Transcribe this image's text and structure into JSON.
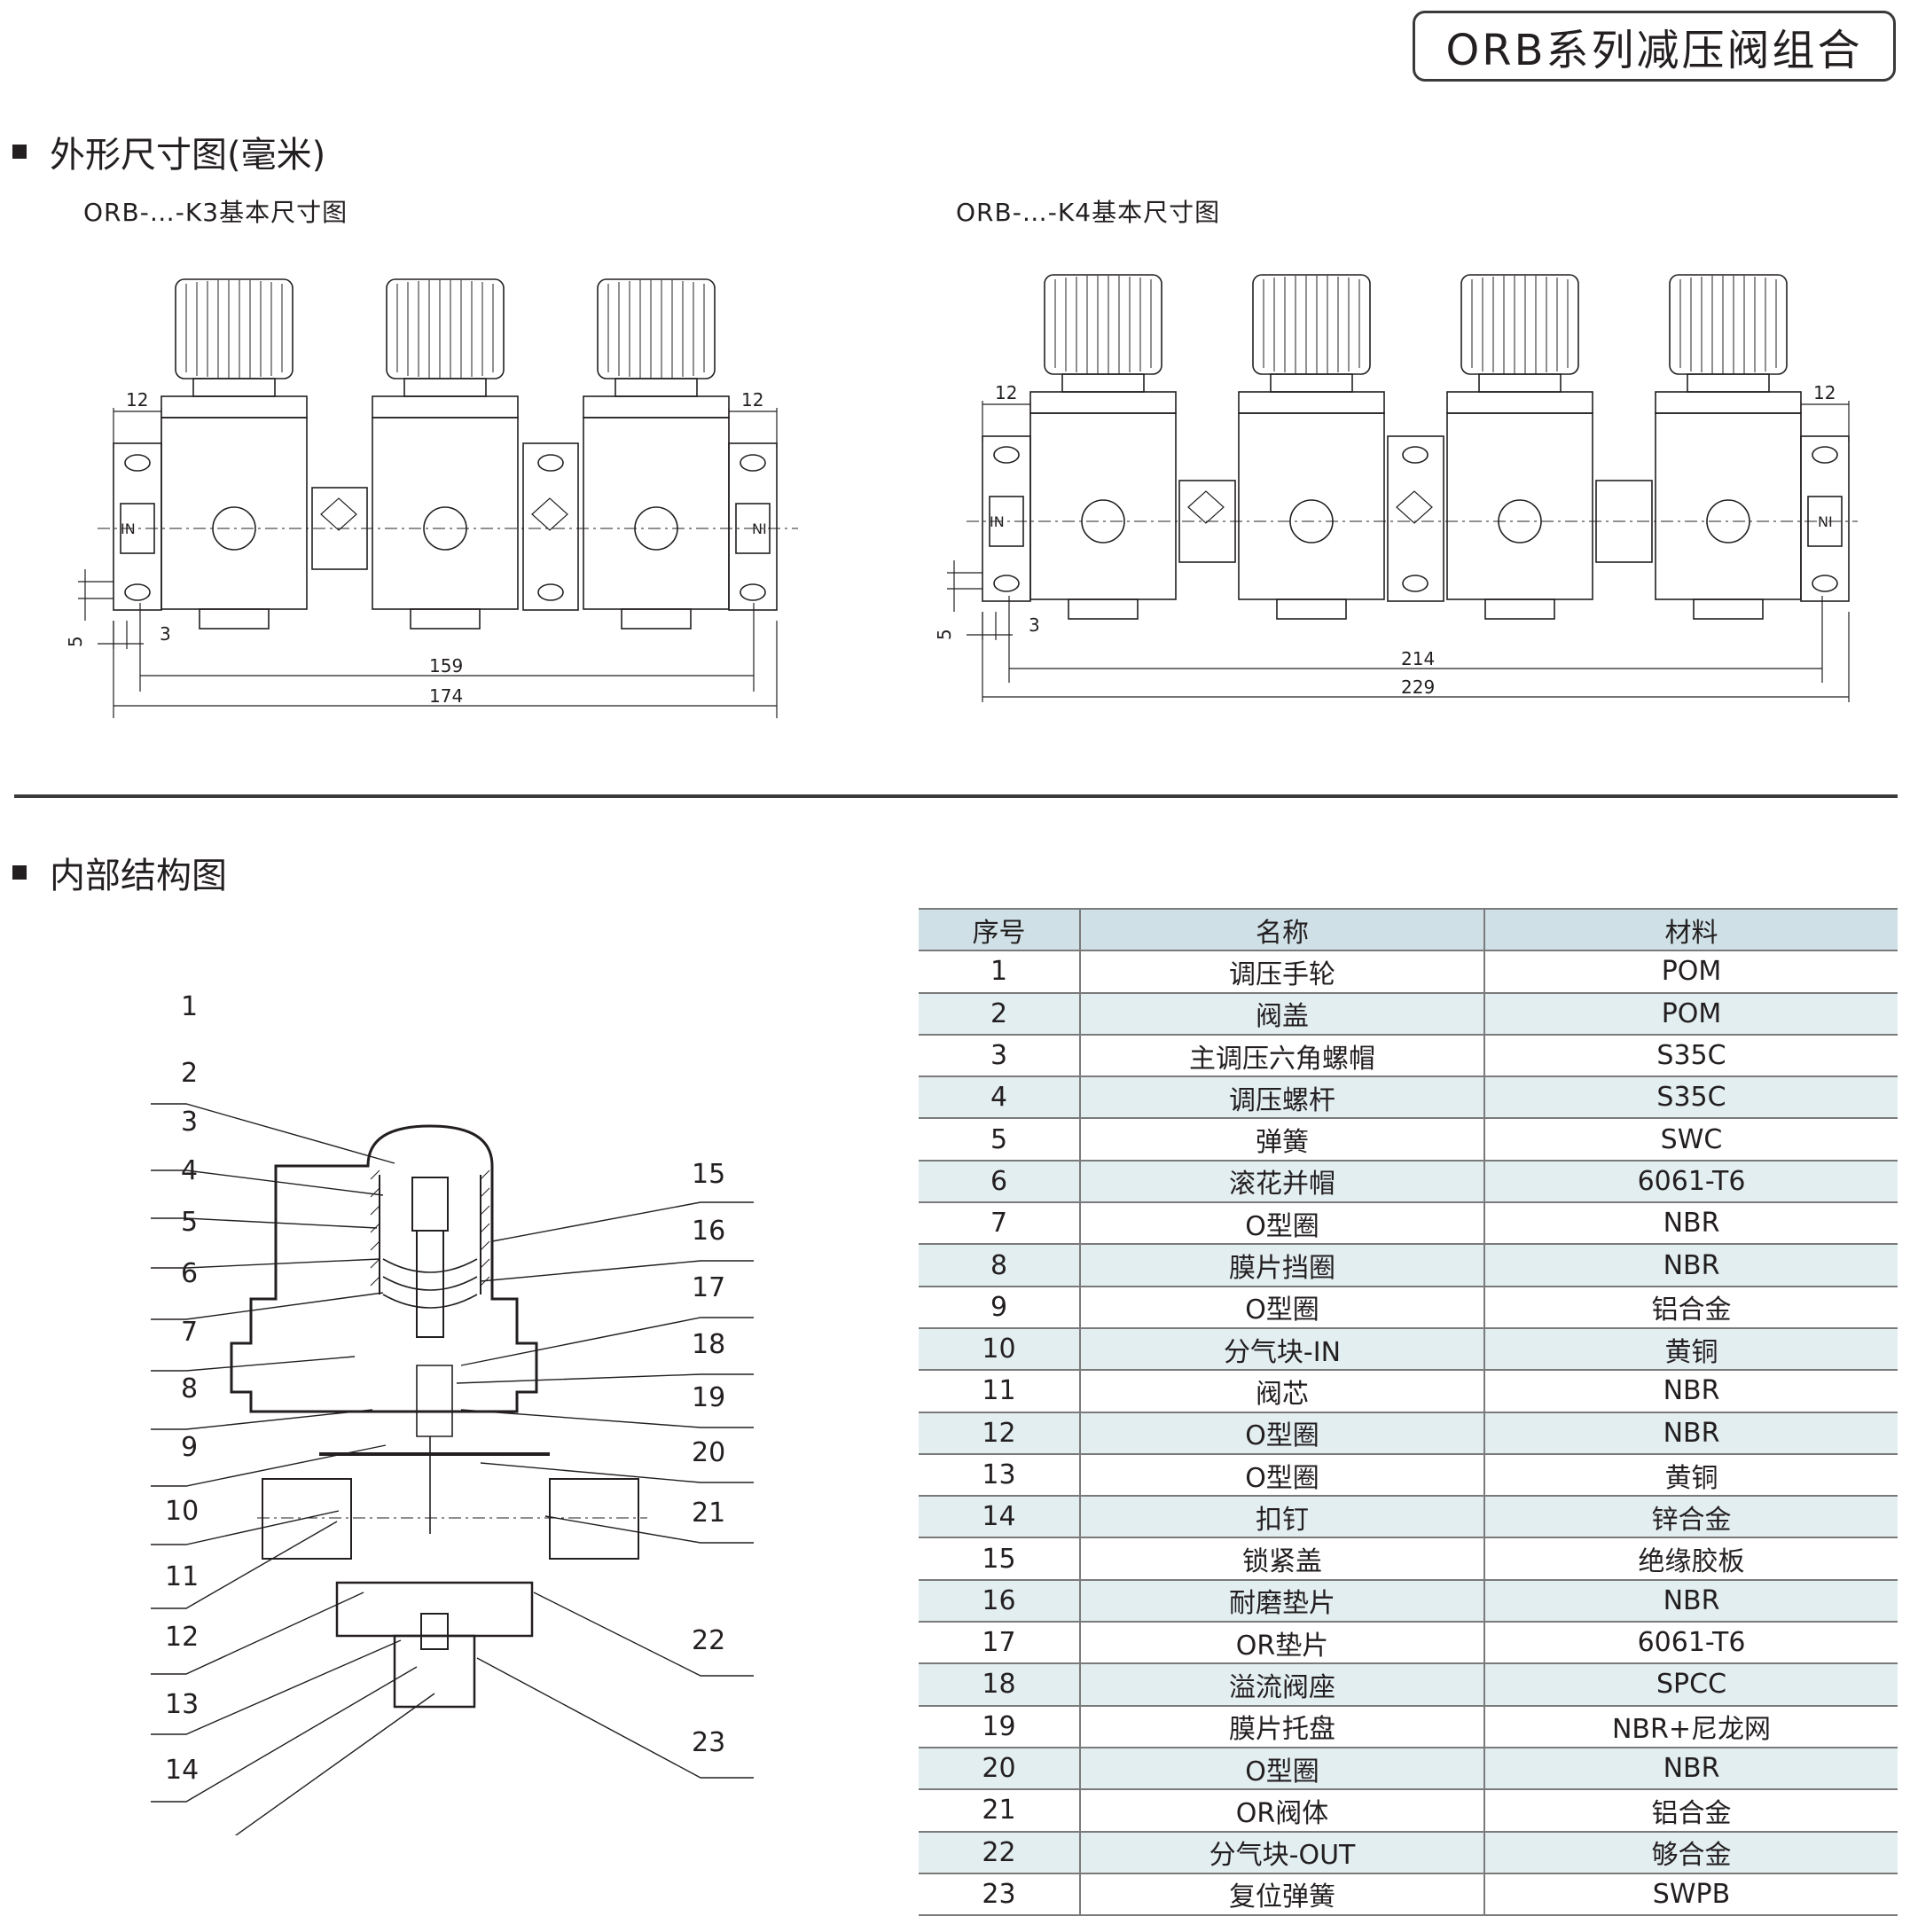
{
  "series_title": "ORB系列减压阀组合",
  "section_dimensions": "外形尺寸图(毫米)",
  "caption_k3": "ORB-…-K3基本尺寸图",
  "caption_k4": "ORB-…-K4基本尺寸图",
  "k3_dims": {
    "left_12": "12",
    "right_12": "12",
    "d5": "5",
    "d3": "3",
    "d159": "159",
    "d174": "174"
  },
  "k4_dims": {
    "left_12": "12",
    "right_12": "12",
    "d5": "5",
    "d3": "3",
    "d214": "214",
    "d229": "229"
  },
  "port_in": "IN",
  "port_in_mirror": "NI",
  "section_structure": "内部结构图",
  "callouts_left": [
    "1",
    "2",
    "3",
    "4",
    "5",
    "6",
    "7",
    "8",
    "9",
    "10",
    "11",
    "12",
    "13",
    "14"
  ],
  "callouts_right": [
    "15",
    "16",
    "17",
    "18",
    "19",
    "20",
    "21",
    "22",
    "23"
  ],
  "table": {
    "headers": [
      "序号",
      "名称",
      "材料"
    ],
    "rows": [
      [
        "1",
        "调压手轮",
        "POM"
      ],
      [
        "2",
        "阀盖",
        "POM"
      ],
      [
        "3",
        "主调压六角螺帽",
        "S35C"
      ],
      [
        "4",
        "调压螺杆",
        "S35C"
      ],
      [
        "5",
        "弹簧",
        "SWC"
      ],
      [
        "6",
        "滚花并帽",
        "6061-T6"
      ],
      [
        "7",
        "O型圈",
        "NBR"
      ],
      [
        "8",
        "膜片挡圈",
        "NBR"
      ],
      [
        "9",
        "O型圈",
        "铝合金"
      ],
      [
        "10",
        "分气块-IN",
        "黄铜"
      ],
      [
        "11",
        "阀芯",
        "NBR"
      ],
      [
        "12",
        "O型圈",
        "NBR"
      ],
      [
        "13",
        "O型圈",
        "黄铜"
      ],
      [
        "14",
        "扣钉",
        "锌合金"
      ],
      [
        "15",
        "锁紧盖",
        "绝缘胶板"
      ],
      [
        "16",
        "耐磨垫片",
        "NBR"
      ],
      [
        "17",
        "OR垫片",
        "6061-T6"
      ],
      [
        "18",
        "溢流阀座",
        "SPCC"
      ],
      [
        "19",
        "膜片托盘",
        "NBR+尼龙网"
      ],
      [
        "20",
        "O型圈",
        "NBR"
      ],
      [
        "21",
        "OR阀体",
        "铝合金"
      ],
      [
        "22",
        "分气块-OUT",
        "够合金"
      ],
      [
        "23",
        "复位弹簧",
        "SWPB"
      ]
    ]
  }
}
